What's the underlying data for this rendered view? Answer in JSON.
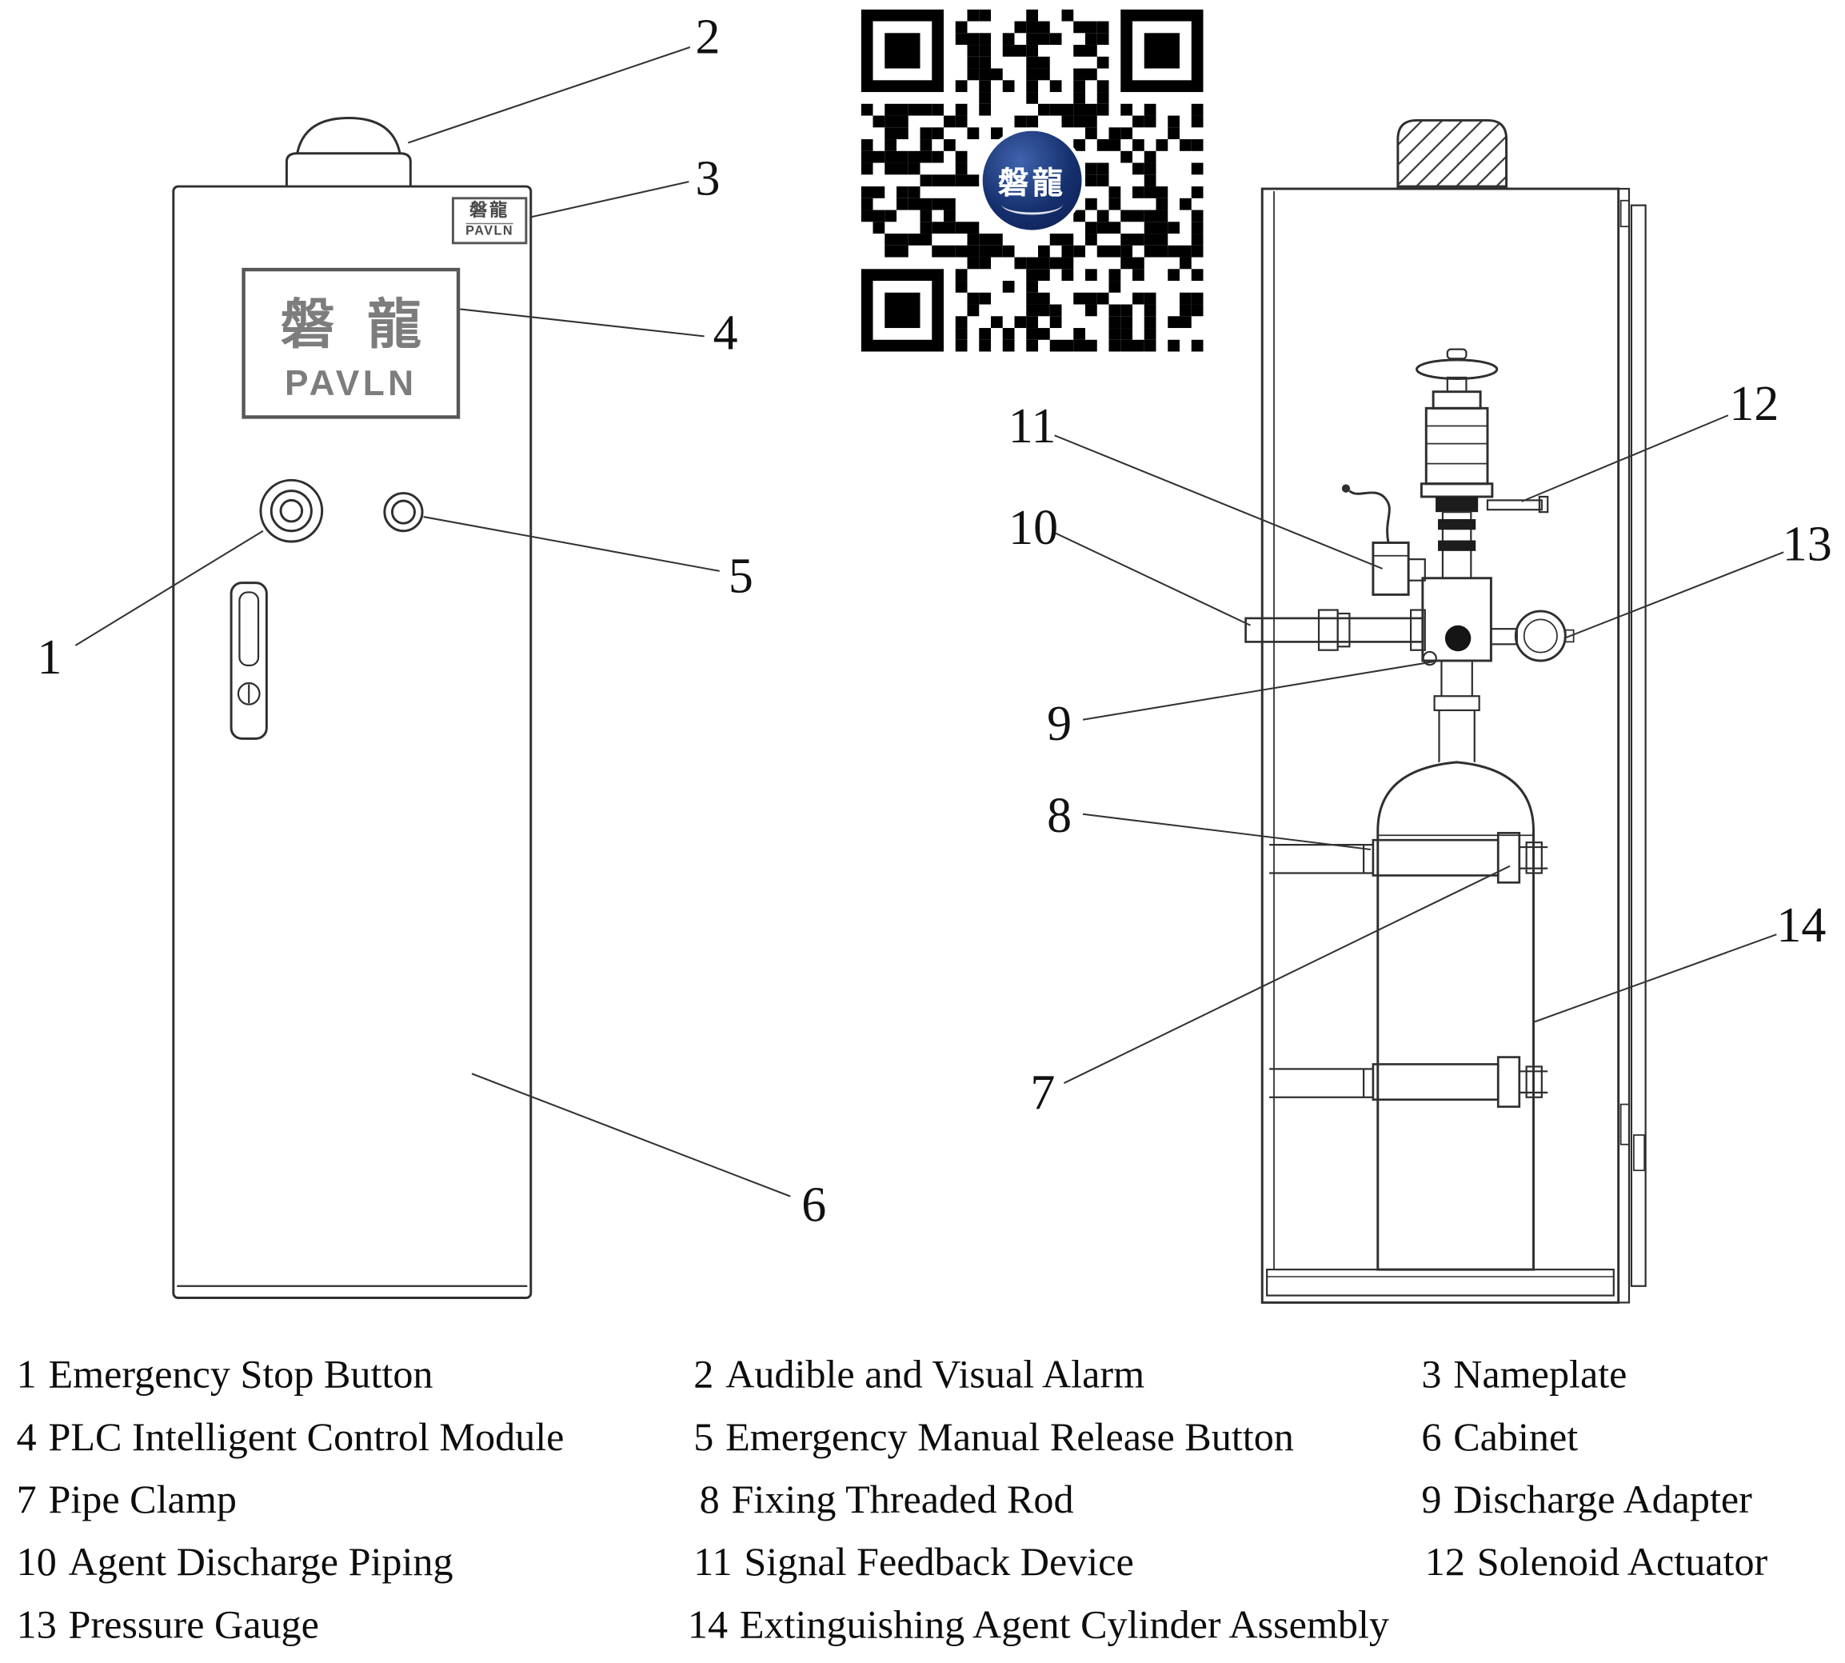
{
  "brand": {
    "logo_cn": "磐 龍",
    "logo_en": "PAVLN",
    "nameplate_cn": "磐龍",
    "nameplate_en": "PAVLN",
    "qr_center_text": "磐龍"
  },
  "legend": {
    "items": [
      {
        "num": "1",
        "label": "Emergency Stop Button"
      },
      {
        "num": "2",
        "label": "Audible and Visual Alarm"
      },
      {
        "num": "3",
        "label": "Nameplate"
      },
      {
        "num": "4",
        "label": "PLC Intelligent Control Module"
      },
      {
        "num": "5",
        "label": "Emergency Manual Release Button"
      },
      {
        "num": "6",
        "label": "Cabinet"
      },
      {
        "num": "7",
        "label": "Pipe Clamp"
      },
      {
        "num": "8",
        "label": "Fixing Threaded Rod"
      },
      {
        "num": "9",
        "label": "Discharge Adapter"
      },
      {
        "num": "10",
        "label": "Agent Discharge Piping"
      },
      {
        "num": "11",
        "label": "Signal Feedback Device"
      },
      {
        "num": "12",
        "label": "Solenoid Actuator"
      },
      {
        "num": "13",
        "label": "Pressure Gauge"
      },
      {
        "num": "14",
        "label": "Extinguishing Agent Cylinder Assembly"
      }
    ]
  }
}
